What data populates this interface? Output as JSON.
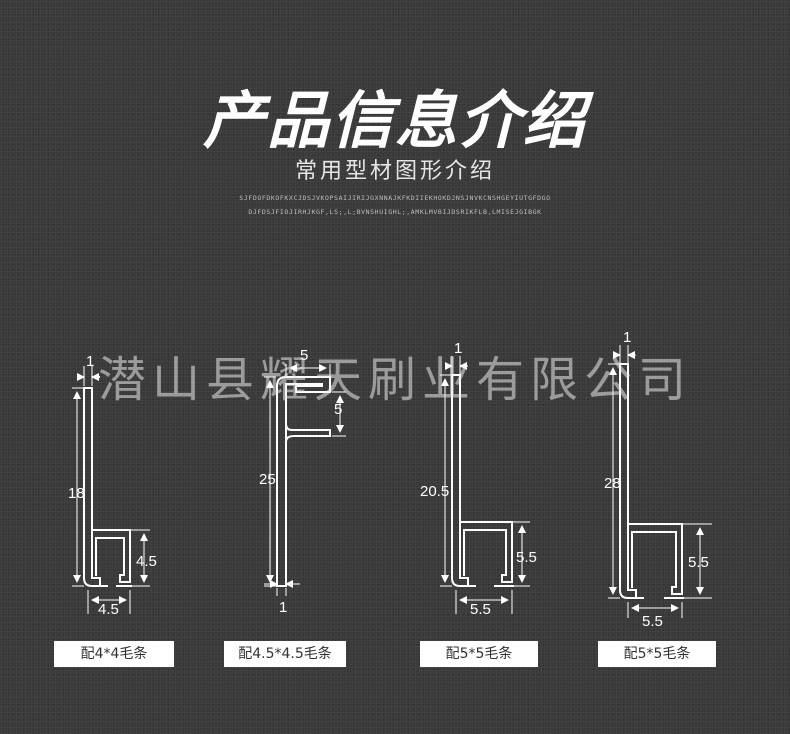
{
  "header": {
    "title": "产品信息介绍",
    "subtitle": "常用型材图形介绍",
    "code_line_1": "SJFDOFDKOFKXCJDSJVKOPSAIJIRIJGXNNAJKFKDIIEKHOKDJNSJNVKCNSHGEYIUTGFDGO",
    "code_line_2": "DJFDSJFIOJIRHJKGF,LS;,L;BVNSHUIGHL;,AMKLMVBIJDSRIKFLB,LMISEJGIBGK"
  },
  "watermark": "潜山县耀天刷业有限公司",
  "profiles": [
    {
      "id": "p1",
      "dims": [
        "1",
        "18",
        "4.5",
        "4.5"
      ],
      "caption": "配4*4毛条"
    },
    {
      "id": "p2",
      "dims": [
        "5",
        "5",
        "25",
        "1"
      ],
      "caption": "配4.5*4.5毛条"
    },
    {
      "id": "p3",
      "dims": [
        "1",
        "20.5",
        "5.5",
        "5.5"
      ],
      "caption": "配5*5毛条"
    },
    {
      "id": "p4",
      "dims": [
        "1",
        "28",
        "5.5",
        "5.5"
      ],
      "caption": "配5*5毛条"
    }
  ],
  "colors": {
    "background": "#3a3a3a",
    "line": "#ffffff",
    "caption_bg": "#ffffff",
    "caption_text": "#333333"
  }
}
